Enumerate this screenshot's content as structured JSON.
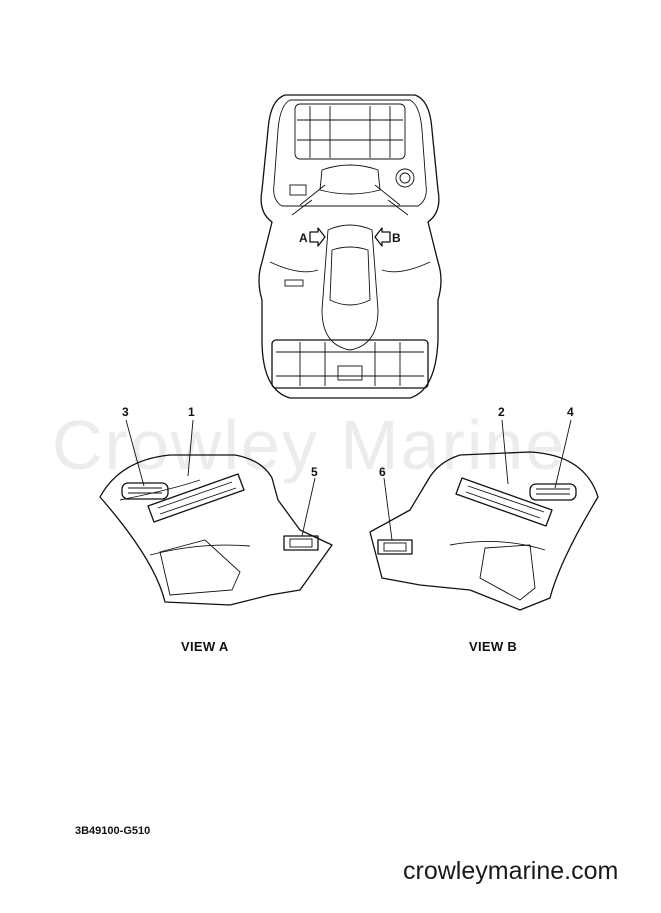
{
  "watermark": "Crowley Marine",
  "arrows": {
    "a": "A",
    "b": "B"
  },
  "callouts": [
    "1",
    "2",
    "3",
    "4",
    "5",
    "6"
  ],
  "views": {
    "a": "VIEW A",
    "b": "VIEW B"
  },
  "part_code": "3B49100-G510",
  "site": "crowleymarine.com"
}
